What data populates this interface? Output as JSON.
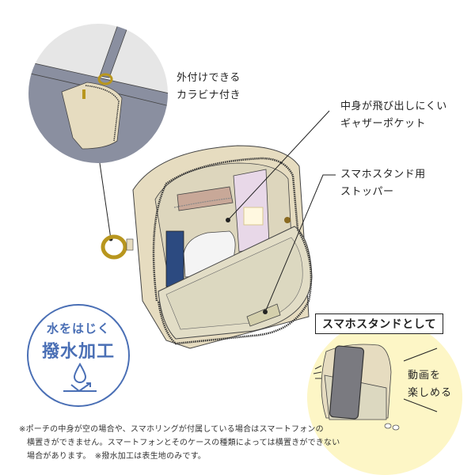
{
  "callouts": {
    "carabiner": {
      "line1": "外付けできる",
      "line2": "カラビナ付き"
    },
    "gather_pocket": {
      "line1": "中身が飛び出しにくい",
      "line2": "ギャザーポケット"
    },
    "stopper": {
      "line1": "スマホスタンド用",
      "line2": "ストッパー"
    }
  },
  "water_badge": {
    "line1": "水をはじく",
    "line2": "撥水加工",
    "icon": "water-drop-repel-icon",
    "color": "#4a6fb5"
  },
  "stand_panel": {
    "title": "スマホスタンドとして",
    "enjoy_line1": "動画を",
    "enjoy_line2": "楽しめる",
    "bg_color": "#fdf6c6"
  },
  "footnote": {
    "line1": "※ポーチの中身が空の場合や、スマホリングが付属している場合はスマートフォンの",
    "line2": "横置きができません。スマートフォンとそのケースの種類によっては横置きができない",
    "line3": "場合があります。　※撥水加工は表生地のみです。"
  },
  "colors": {
    "pouch_beige": "#e6dcc0",
    "pouch_lining": "#ddd6bd",
    "bag_gray": "#8a8fa0",
    "sky_gray": "#e6e6e6",
    "ring_gold": "#b8961e",
    "navy": "#2c4a80",
    "pink_tube": "#e8d8e8"
  }
}
